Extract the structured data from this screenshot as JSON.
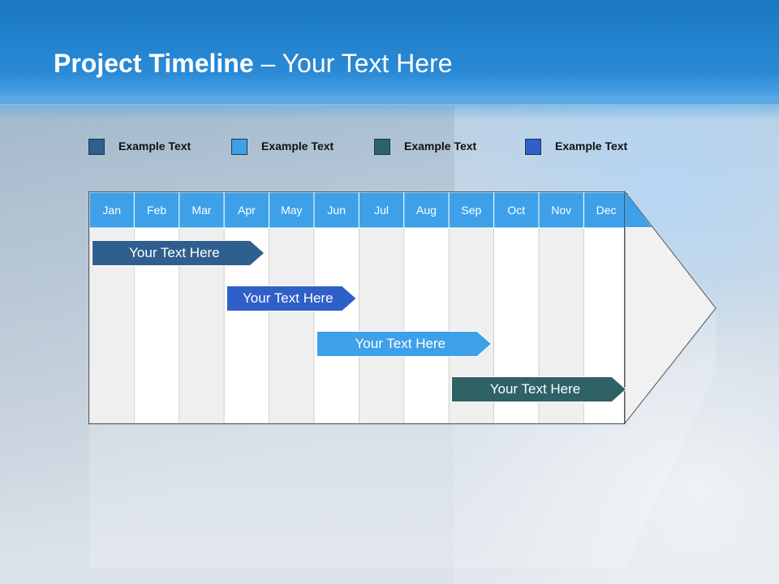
{
  "title": {
    "bold": "Project Timeline",
    "rest": " – Your Text Here"
  },
  "legend": [
    {
      "label": "Example Text",
      "color": "#2f5f8f"
    },
    {
      "label": "Example Text",
      "color": "#3ea0e8"
    },
    {
      "label": "Example Text",
      "color": "#2e6266"
    },
    {
      "label": "Example Text",
      "color": "#2f5fc8"
    }
  ],
  "timeline": {
    "months": [
      "Jan",
      "Feb",
      "Mar",
      "Apr",
      "May",
      "Jun",
      "Jul",
      "Aug",
      "Sep",
      "Oct",
      "Nov",
      "Dec"
    ],
    "header_color": "#3ea0e8",
    "tasks": [
      {
        "label": "Your  Text Here",
        "start_month": 0.05,
        "end_month": 3.9,
        "color": "#2f5f8f"
      },
      {
        "label": "Your  Text Here",
        "start_month": 3.05,
        "end_month": 5.95,
        "color": "#2f5fc8"
      },
      {
        "label": "Your  Text Here",
        "start_month": 5.05,
        "end_month": 8.95,
        "color": "#3ea0e8"
      },
      {
        "label": "Your  Text Here",
        "start_month": 8.05,
        "end_month": 11.95,
        "color": "#2e6266"
      }
    ]
  }
}
